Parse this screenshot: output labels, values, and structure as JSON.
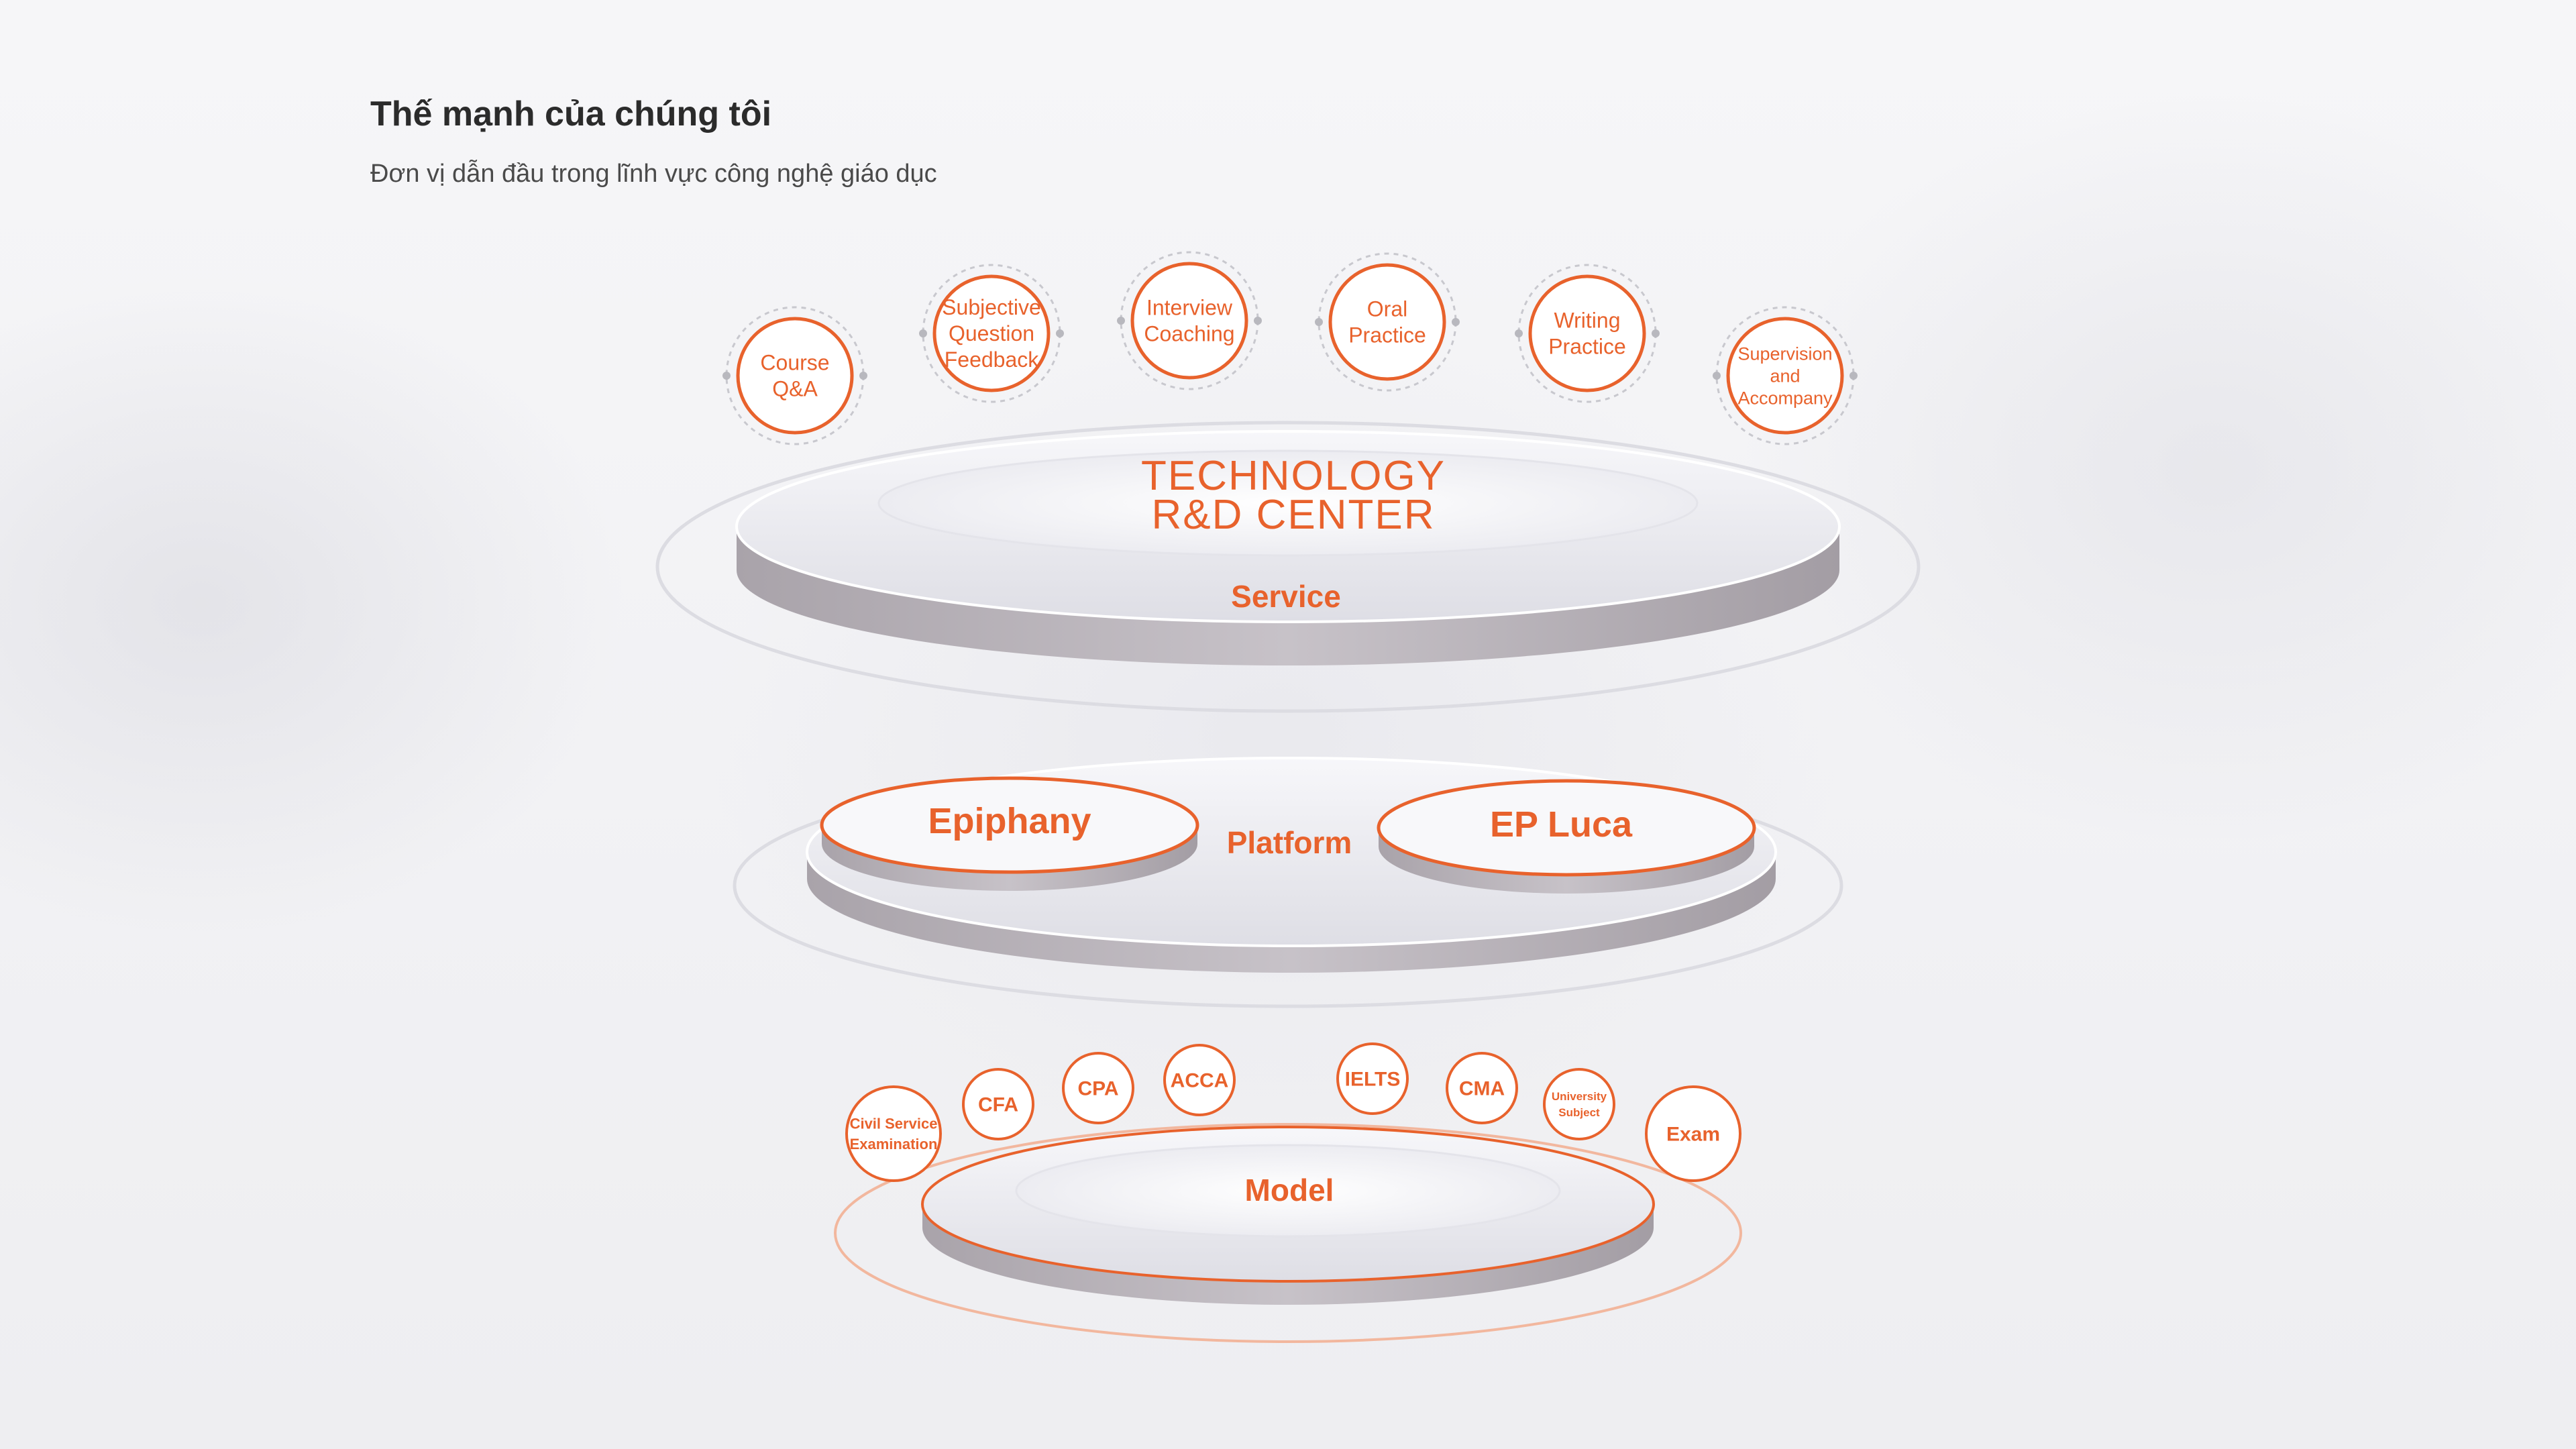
{
  "header": {
    "title": "Thế mạnh của chúng tôi",
    "subtitle": "Đơn vị dẫn đầu trong lĩnh vực công nghệ giáo dục"
  },
  "colors": {
    "accent": "#e8622c",
    "disc_top": "#eaeaef",
    "disc_side": "#b3adb3"
  },
  "diagram": {
    "center": [
      "TECHNOLOGY",
      "R&D CENTER"
    ],
    "service": {
      "label": "Service",
      "items": [
        [
          "Course",
          "Q&A"
        ],
        [
          "Subjective",
          "Question",
          "Feedback"
        ],
        [
          "Interview",
          "Coaching"
        ],
        [
          "Oral",
          "Practice"
        ],
        [
          "Writing",
          "Practice"
        ],
        [
          "Supervision",
          "and",
          "Accompany"
        ]
      ]
    },
    "platform": {
      "label": "Platform",
      "products": [
        "Epiphany",
        "EP Luca"
      ]
    },
    "model": {
      "label": "Model",
      "items": [
        [
          "Civil Service",
          "Examination"
        ],
        [
          "CFA"
        ],
        [
          "CPA"
        ],
        [
          "ACCA"
        ],
        [
          "IELTS"
        ],
        [
          "CMA"
        ],
        [
          "University",
          "Subject"
        ],
        [
          "Exam"
        ]
      ]
    }
  }
}
